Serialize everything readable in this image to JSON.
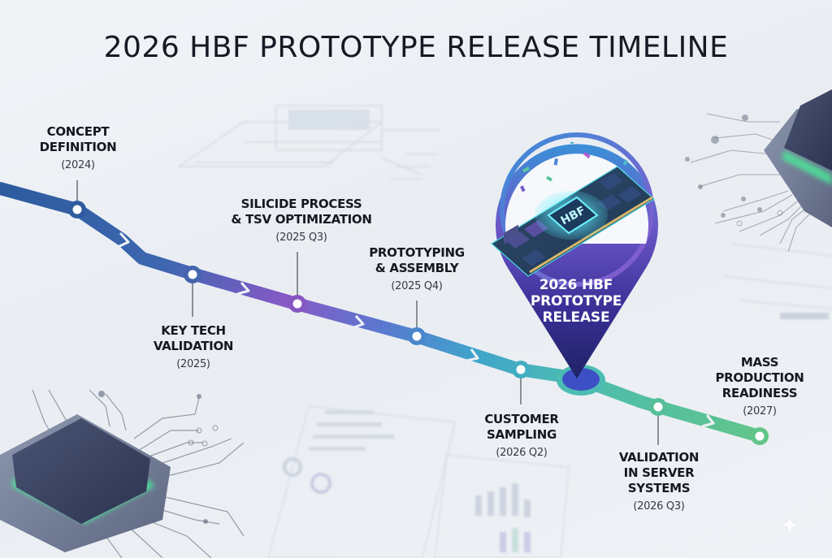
{
  "title": "2026 HBF PROTOTYPE RELEASE TIMELINE",
  "colors": {
    "title": "#151a24",
    "path_start": "#2f5fa3",
    "path_mid": "#8a5cc9",
    "path_teal": "#3fb3c0",
    "path_end": "#5dc28a",
    "pin_top": "#3a8fd6",
    "pin_bottom": "#23236b",
    "pin_accent": "#7a4fc4"
  },
  "milestones": [
    {
      "id": "concept",
      "title_line1": "CONCEPT",
      "title_line2": "DEFINITION",
      "title_line3": "",
      "date": "(2024)",
      "position": "above"
    },
    {
      "id": "keytech",
      "title_line1": "KEY TECH",
      "title_line2": "VALIDATION",
      "title_line3": "",
      "date": "(2025)",
      "position": "below"
    },
    {
      "id": "silicide",
      "title_line1": "SILICIDE PROCESS",
      "title_line2": "& TSV OPTIMIZATION",
      "title_line3": "",
      "date": "(2025 Q3)",
      "position": "above"
    },
    {
      "id": "prototyping",
      "title_line1": "PROTOTYPING",
      "title_line2": "& ASSEMBLY",
      "title_line3": "",
      "date": "(2025 Q4)",
      "position": "above"
    },
    {
      "id": "sampling",
      "title_line1": "CUSTOMER",
      "title_line2": "SAMPLING",
      "title_line3": "",
      "date": "(2026 Q2)",
      "position": "below"
    },
    {
      "id": "release",
      "title_line1": "2026 HBF",
      "title_line2": "PROTOTYPE",
      "title_line3": "RELEASE",
      "date": "",
      "position": "pin"
    },
    {
      "id": "server",
      "title_line1": "VALIDATION",
      "title_line2": "IN SERVER",
      "title_line3": "SYSTEMS",
      "date": "(2026 Q3)",
      "position": "below"
    },
    {
      "id": "mass",
      "title_line1": "MASS",
      "title_line2": "PRODUCTION",
      "title_line3": "READINESS",
      "date": "(2027)",
      "position": "above"
    }
  ],
  "pin": {
    "chip_label": "HBF",
    "line1": "2026 HBF",
    "line2": "PROTOTYPE",
    "line3": "RELEASE"
  },
  "icons": {
    "pin": "map-pin-icon",
    "chip": "memory-module-icon",
    "sparkle": "sparkle-icon"
  }
}
